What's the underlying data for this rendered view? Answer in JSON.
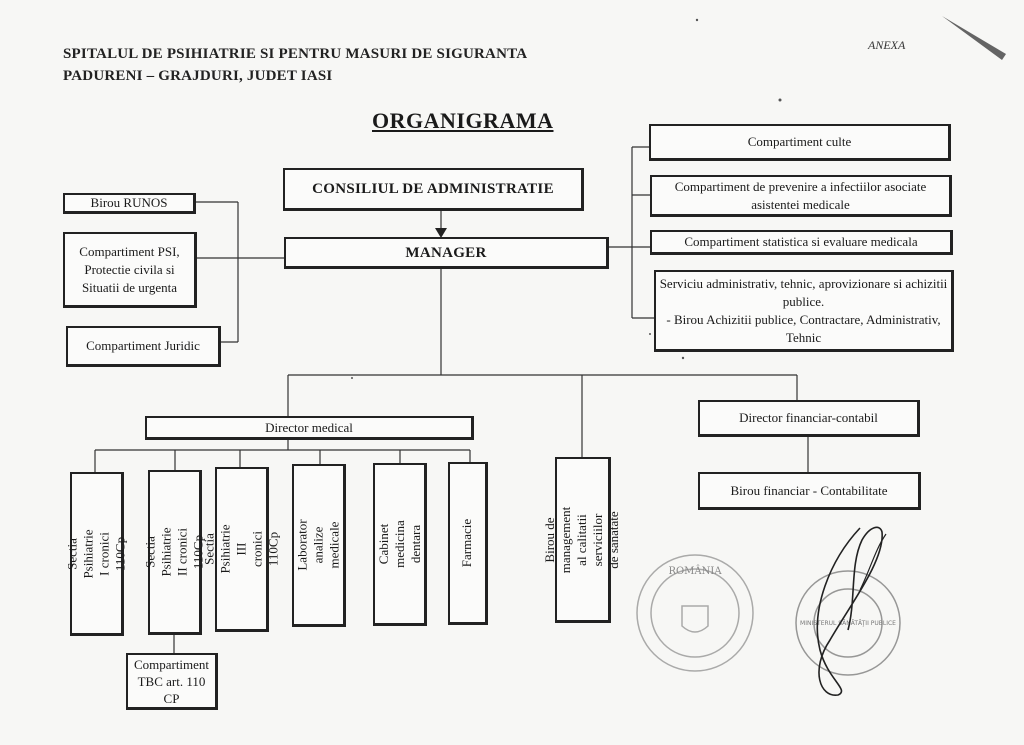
{
  "header": {
    "line1": "SPITALUL DE PSIHIATRIE SI PENTRU MASURI DE SIGURANTA",
    "line2": "PADURENI – GRAJDURI, JUDET IASI",
    "anexa": "ANEXA",
    "title": "ORGANIGRAMA"
  },
  "nodes": {
    "consiliul": "CONSILIUL DE ADMINISTRATIE",
    "manager": "MANAGER",
    "birou_runos": "Birou RUNOS",
    "comp_psi": "Compartiment PSI, Protectie civila si Situatii de urgenta",
    "comp_juridic": "Compartiment Juridic",
    "comp_culte": "Compartiment culte",
    "comp_infectii": "Compartiment de prevenire a infectiilor asociate asistentei medicale",
    "comp_statistica": "Compartiment statistica si evaluare medicala",
    "serv_admin_line1": "Serviciu administrativ, tehnic, aprovizionare si achizitii publice.",
    "serv_admin_line2": "- Birou Achizitii publice, Contractare, Administrativ, Tehnic",
    "director_medical": "Director medical",
    "director_financiar": "Director financiar-contabil",
    "birou_financiar": "Birou financiar - Contabilitate",
    "birou_management": "Birou de management al calitatii serviciilor de sanatate",
    "sectia1": "Sectia Psihiatrie I cronici 110Cp",
    "sectia2": "Sectia Psihiatrie II cronici 110Cp",
    "sectia3": "Sectia Psihiatrie III cronici 110Cp",
    "laborator": "Laborator analize medicale",
    "cabinet": "Cabinet medicina dentara",
    "farmacie": "Farmacie",
    "comp_tbc": "Compartiment TBC art. 110 CP"
  },
  "stamps": {
    "stamp1_text": "ROMÂNIA",
    "stamp2_text": "MINISTERUL SĂNĂTĂŢII PUBLICE"
  }
}
